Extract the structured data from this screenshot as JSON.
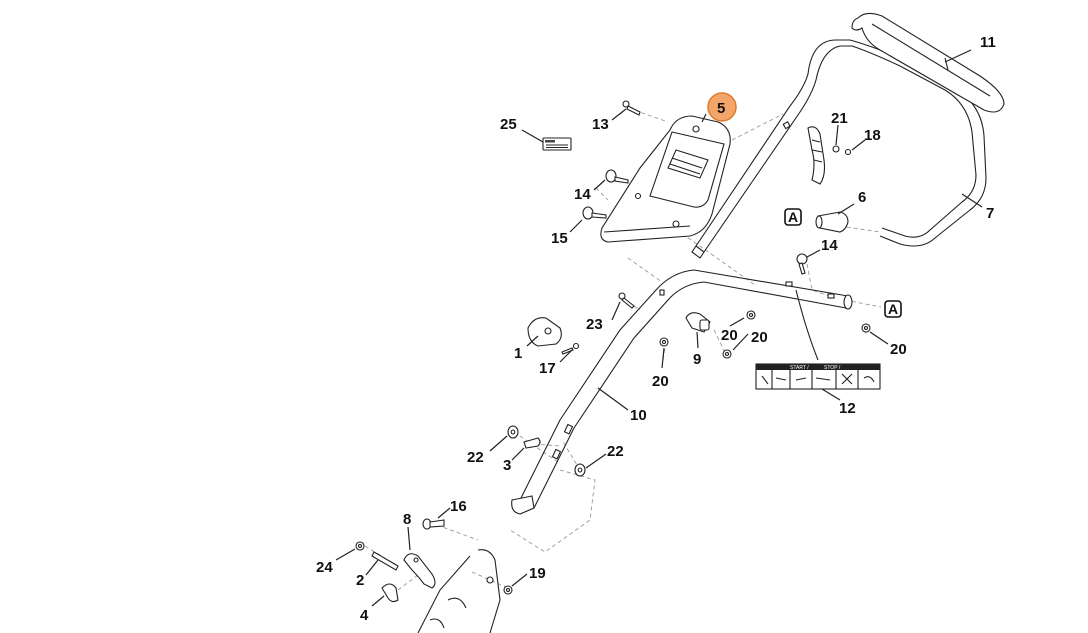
{
  "highlight_color": "#f4a66a",
  "highlight_stroke": "#e07a2c",
  "callouts": {
    "c1": "1",
    "c2": "2",
    "c3": "3",
    "c4": "4",
    "c5": "5",
    "c6": "6",
    "c7": "7",
    "c8": "8",
    "c9": "9",
    "c10": "10",
    "c11": "11",
    "c12": "12",
    "c13": "13",
    "c14a": "14",
    "c14b": "14",
    "c15": "15",
    "c16": "16",
    "c17": "17",
    "c18": "18",
    "c19": "19",
    "c20a": "20",
    "c20b": "20",
    "c20c": "20",
    "c20d": "20",
    "c21": "21",
    "c22a": "22",
    "c22b": "22",
    "c23": "23",
    "c24": "24",
    "c25": "25"
  },
  "reference_marks": {
    "a1": "A",
    "a2": "A"
  },
  "decal_text": {
    "start": "START / ",
    "stop": "STOP / "
  }
}
